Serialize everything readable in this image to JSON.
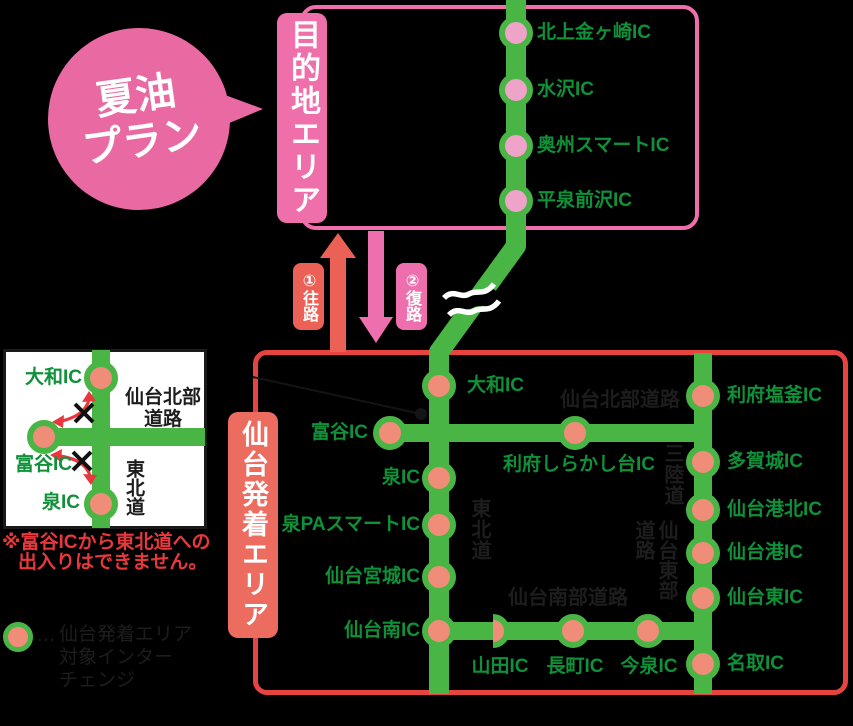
{
  "plan_bubble": {
    "line1": "夏油",
    "line2": "プラン"
  },
  "destination_area": {
    "area_label": "目的地エリア",
    "ics": [
      {
        "label": "北上金ヶ崎IC"
      },
      {
        "label": "水沢IC"
      },
      {
        "label": "奥州スマートIC"
      },
      {
        "label": "平泉前沢IC"
      }
    ]
  },
  "route_arrows": {
    "outbound": "①往路",
    "return": "②復路"
  },
  "departure_area": {
    "area_label": "仙台発着エリア",
    "road_labels": {
      "tohoku_expressway": "東北道",
      "sendai_hokubu_road": "仙台北部道路",
      "sanriku_road": "三陸道",
      "sendai_tobu_road": "仙台東部道路",
      "sendai_nanbu_road": "仙台南部道路"
    },
    "ics": {
      "yamato": "大和IC",
      "tomiya": "富谷IC",
      "izumi": "泉IC",
      "izumi_pa_smart": "泉PAスマートIC",
      "sendai_miyagi": "仙台宮城IC",
      "sendai_minami": "仙台南IC",
      "yamada": "山田IC",
      "nagamachi": "長町IC",
      "imaizumi": "今泉IC",
      "rifu_shirakashidai": "利府しらかし台IC",
      "rifu_shiogama": "利府塩釜IC",
      "tagajo": "多賀城IC",
      "sendai_ko_kita": "仙台港北IC",
      "sendai_ko": "仙台港IC",
      "sendai_higashi": "仙台東IC",
      "natori": "名取IC"
    }
  },
  "inset": {
    "ics": {
      "yamato": "大和IC",
      "tomiya": "富谷IC",
      "izumi": "泉IC"
    },
    "road_labels": {
      "sendai_hokubu": "仙台北部道路",
      "tohoku": "東北道"
    },
    "note_line1": "※富谷ICから東北道への",
    "note_line2": "出入りはできません。"
  },
  "legend": {
    "dots": "…",
    "lines": [
      "仙台発着エリア",
      "対象インター",
      "チェンジ"
    ]
  },
  "colors": {
    "road_green": "#49b544",
    "ic_text_green": "#0e9138",
    "node_pink": "#f0a3c9",
    "node_salmon": "#f08d79",
    "destination_box_border": "#f06eac",
    "departure_box_border": "#e8443f",
    "bubble_pink": "#e96aa3",
    "outbound_red": "#ec6156",
    "return_pink": "#ee6fad",
    "note_red": "#e8383d",
    "departure_label_bg": "#ec6c60"
  }
}
